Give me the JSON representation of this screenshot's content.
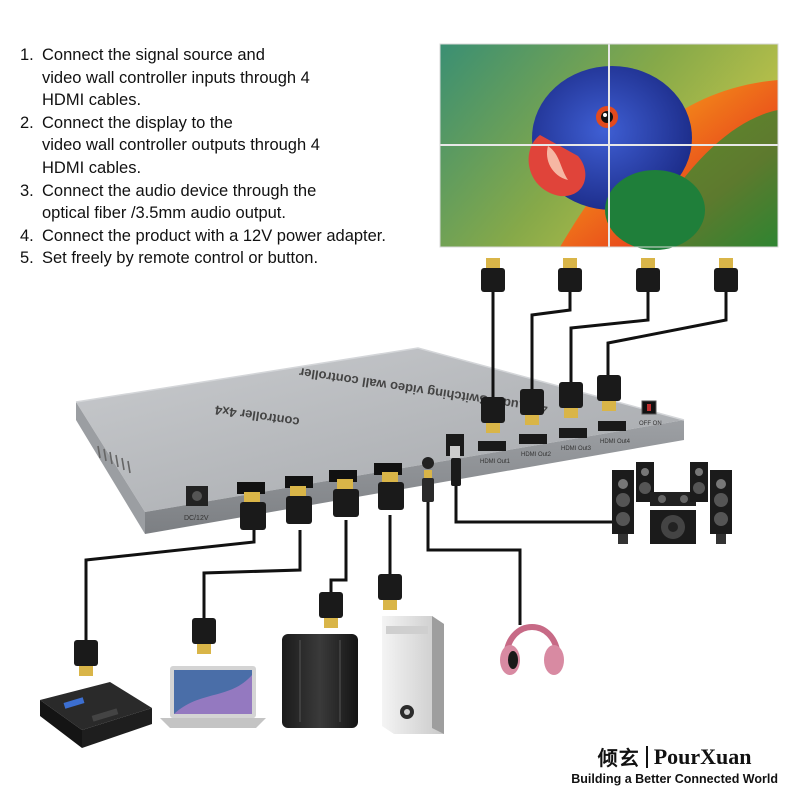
{
  "instructions": [
    {
      "number": "1.",
      "lines": [
        "Connect the signal source and",
        "video wall controller inputs through 4",
        "HDMI cables."
      ]
    },
    {
      "number": "2.",
      "lines": [
        "Connect the display to the",
        "video wall controller outputs through 4",
        "HDMI cables."
      ]
    },
    {
      "number": "3.",
      "lines": [
        "Connect the audio device through the",
        "optical fiber /3.5mm audio output."
      ]
    },
    {
      "number": "4.",
      "lines": [
        "Connect the product with a 12V power adapter."
      ]
    },
    {
      "number": "5.",
      "lines": [
        "Set freely by remote control or button."
      ]
    }
  ],
  "device": {
    "top_label": "4K Audio Switching video wall controller",
    "model_label": "controller 4x4",
    "power_label": "DC/12V",
    "switch_label": "OFF ON",
    "output_labels": [
      "HDMI Out1",
      "HDMI Out2",
      "HDMI Out3",
      "HDMI Out4"
    ]
  },
  "brand": {
    "chinese": "倾玄",
    "name": "PourXuan",
    "tagline": "Building a Better Connected World"
  },
  "colors": {
    "device_top": "#b4b7bb",
    "device_front": "#8d9094",
    "cable": "#111111",
    "connector_gold": "#d9b548"
  }
}
